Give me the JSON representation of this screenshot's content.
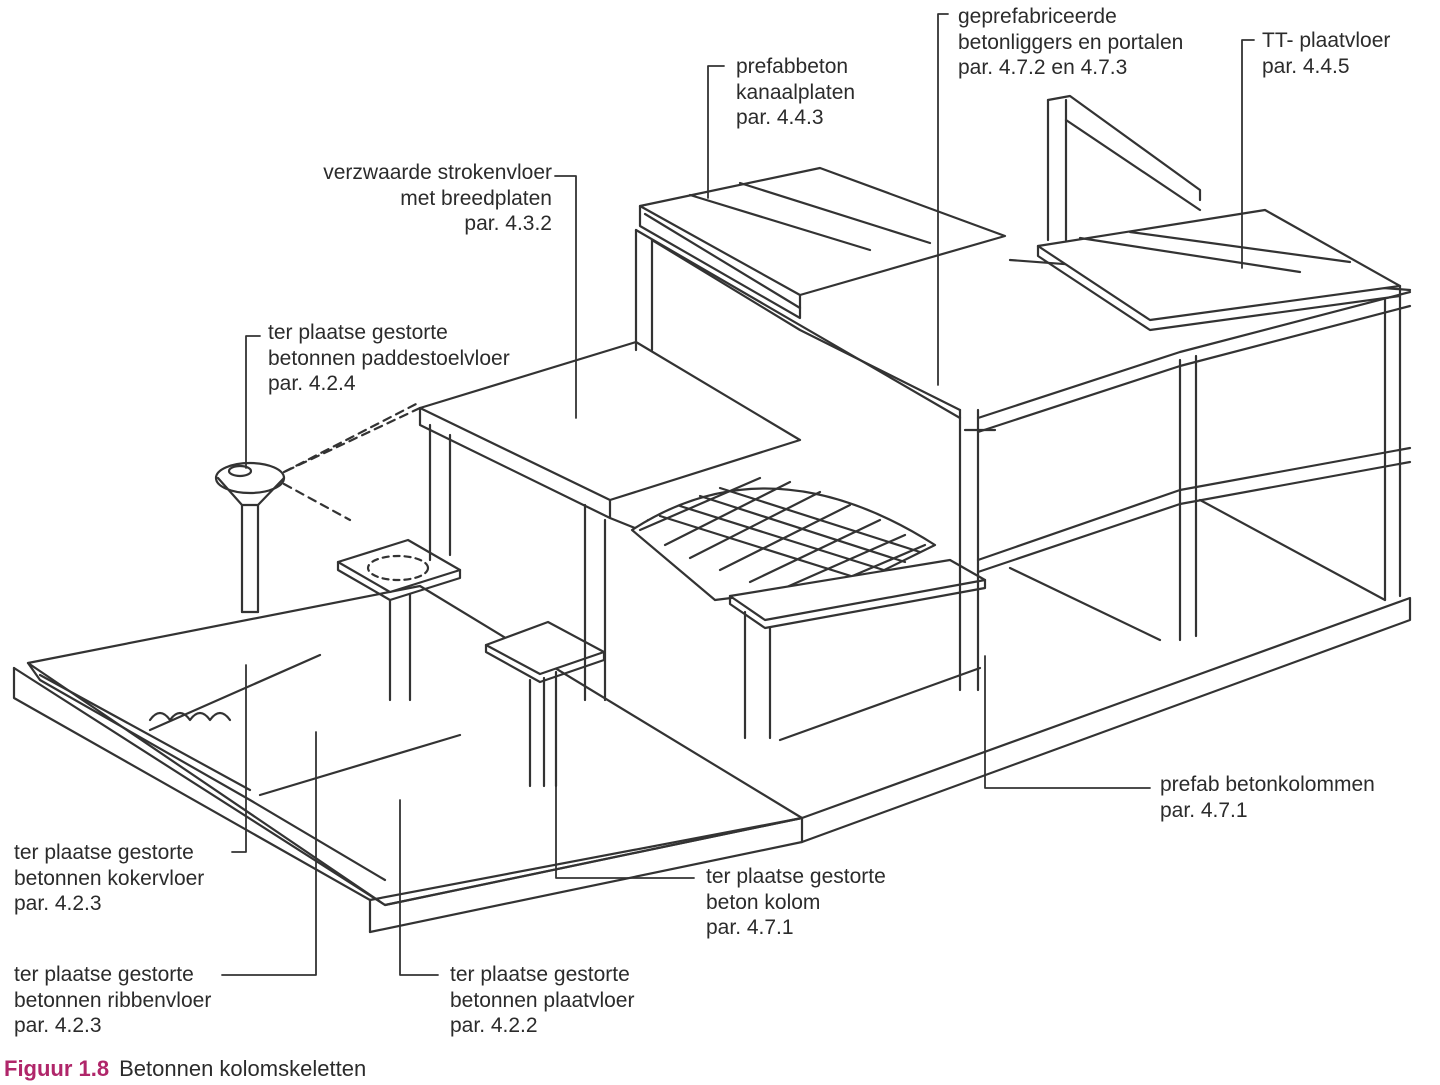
{
  "labels": {
    "kanaalplaten": [
      "prefabbeton",
      "kanaalplaten",
      "par. 4.4.3"
    ],
    "liggers": [
      "geprefabriceerde",
      "betonliggers en portalen",
      "par. 4.7.2 en 4.7.3"
    ],
    "tt": [
      "TT- plaatvloer",
      "par. 4.4.5"
    ],
    "strokenvloer": [
      "verzwaarde strokenvloer",
      "met breedplaten",
      "par. 4.3.2"
    ],
    "paddestoel": [
      "ter plaatse gestorte",
      "betonnen paddestoelvloer",
      "par. 4.2.4"
    ],
    "prefabkolom": [
      "prefab betonkolommen",
      "par. 4.7.1"
    ],
    "kokervloer": [
      "ter plaatse gestorte",
      "betonnen kokervloer",
      "par. 4.2.3"
    ],
    "betonkolom": [
      "ter plaatse gestorte",
      "beton kolom",
      "par. 4.7.1"
    ],
    "ribbenvloer": [
      "ter plaatse gestorte",
      "betonnen ribbenvloer",
      "par. 4.2.3"
    ],
    "plaatvloer": [
      "ter plaatse gestorte",
      "betonnen plaatvloer",
      "par. 4.2.2"
    ]
  },
  "caption": {
    "number": "Figuur 1.8",
    "title": "Betonnen kolomskeletten"
  },
  "colors": {
    "line": "#333333",
    "caption_number": "#b0266a"
  }
}
